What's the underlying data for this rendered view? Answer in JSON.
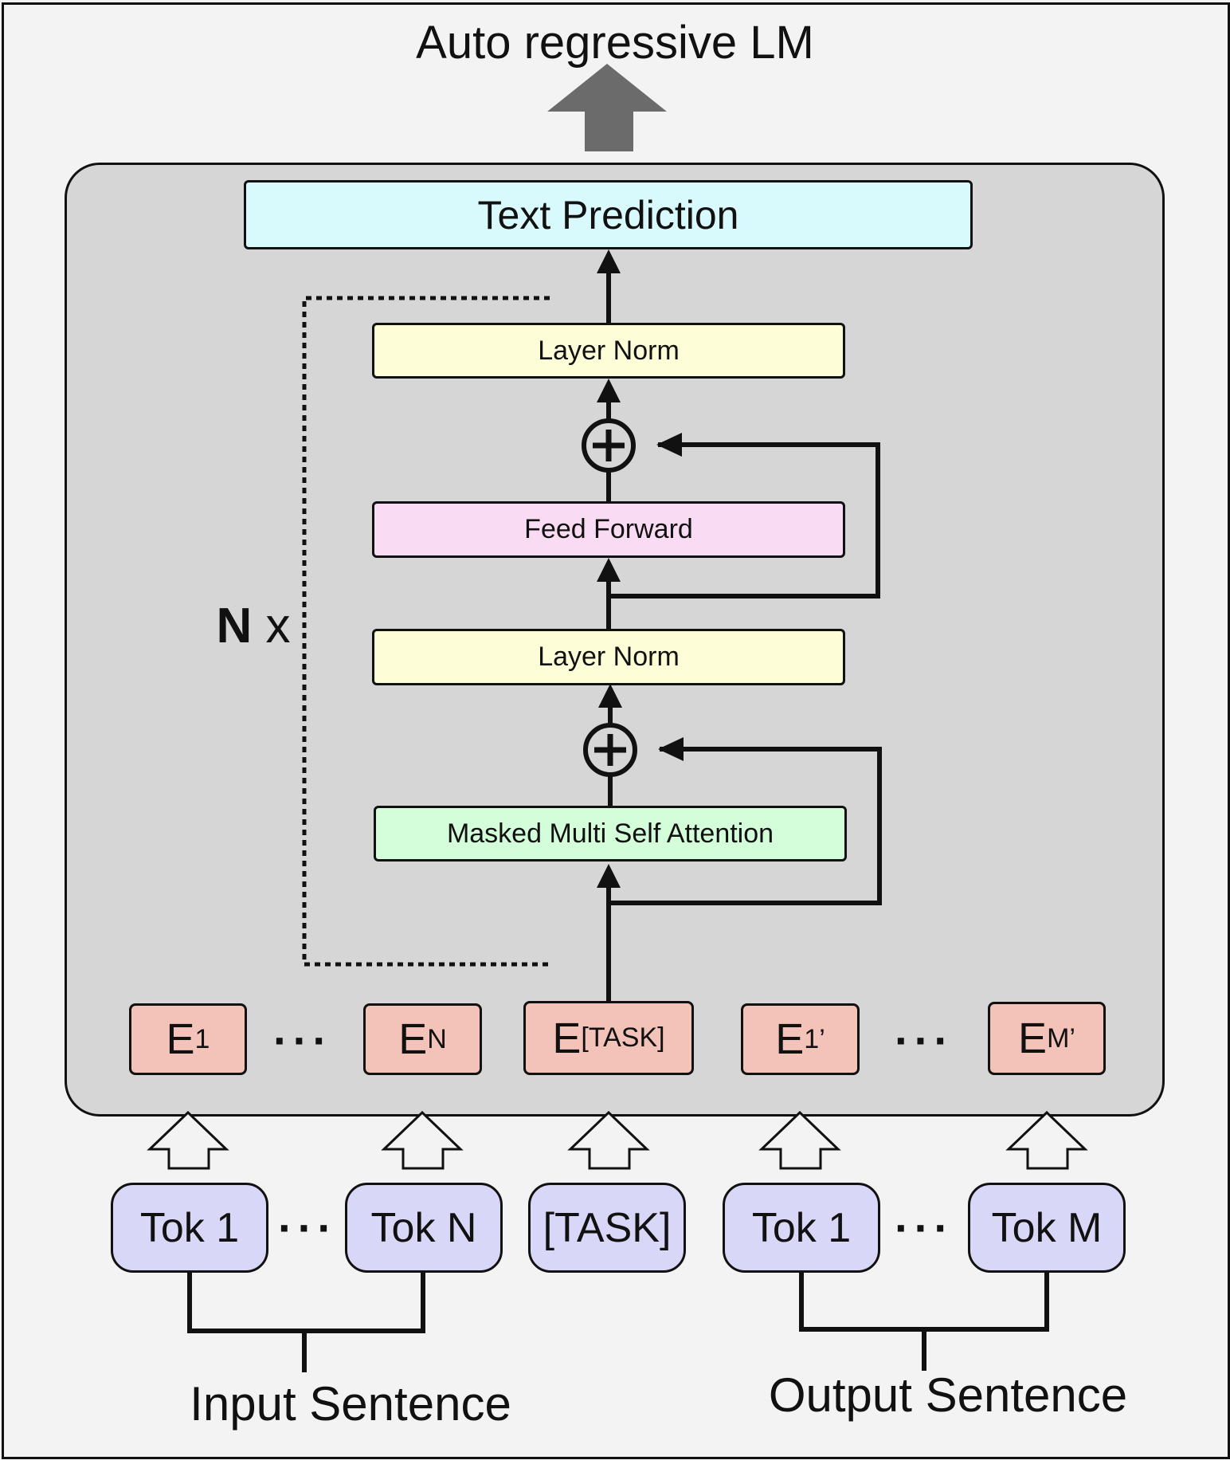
{
  "title": "Auto regressive LM",
  "blocks": {
    "text_prediction": "Text Prediction",
    "layer_norm_top": "Layer Norm",
    "feed_forward": "Feed Forward",
    "layer_norm_bottom": "Layer Norm",
    "masked_attention": "Masked Multi Self Attention"
  },
  "repeat_label": {
    "n": "N",
    "x": "x"
  },
  "embeddings": [
    {
      "base": "E",
      "sub": "1",
      "sup": ""
    },
    {
      "base": "E",
      "sub": "N",
      "sup": ""
    },
    {
      "base": "E",
      "sub": "[TASK]",
      "sup": ""
    },
    {
      "base": "E",
      "sub": "1",
      "sup": "’"
    },
    {
      "base": "E",
      "sub": "M",
      "sup": "’"
    }
  ],
  "tokens": [
    "Tok 1",
    "Tok N",
    "[TASK]",
    "Tok 1",
    "Tok M"
  ],
  "ellipsis": "···",
  "input_sentence": "Input Sentence",
  "output_sentence": "Output Sentence",
  "colors": {
    "container": "#d6d6d6",
    "text_prediction": "#d9fafc",
    "layer_norm": "#fdfed7",
    "feed_forward": "#f9dcf4",
    "masked_attention": "#d4fdd9",
    "embedding": "#f3c2b8",
    "token": "#d9d7f8",
    "top_arrow": "#6b6b6b"
  }
}
